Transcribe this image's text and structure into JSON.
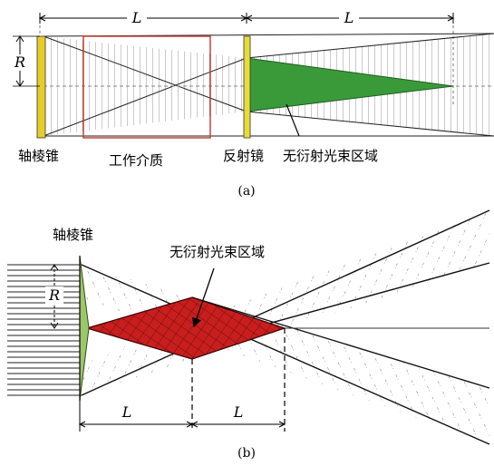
{
  "panel_a": {
    "caption": "(a)",
    "dim_left": "L",
    "dim_right": "L",
    "radius_label": "R",
    "labels": {
      "axicon": "轴棱锥",
      "medium": "工作介质",
      "mirror": "反射镜",
      "region": "无衍射光束区域"
    }
  },
  "panel_b": {
    "caption": "(b)",
    "dim_left": "L",
    "dim_right": "L",
    "radius_label": "R",
    "labels": {
      "axicon": "轴棱锥",
      "region": "无衍射光束区域"
    }
  },
  "colors": {
    "axicon_a": "#e8cc2a",
    "mirror": "#e8dc3a",
    "medium_box": "#c0392b",
    "region_a": "#3a9a3a",
    "region_b": "#c81e1e",
    "axicon_b": "#9cc66a"
  }
}
